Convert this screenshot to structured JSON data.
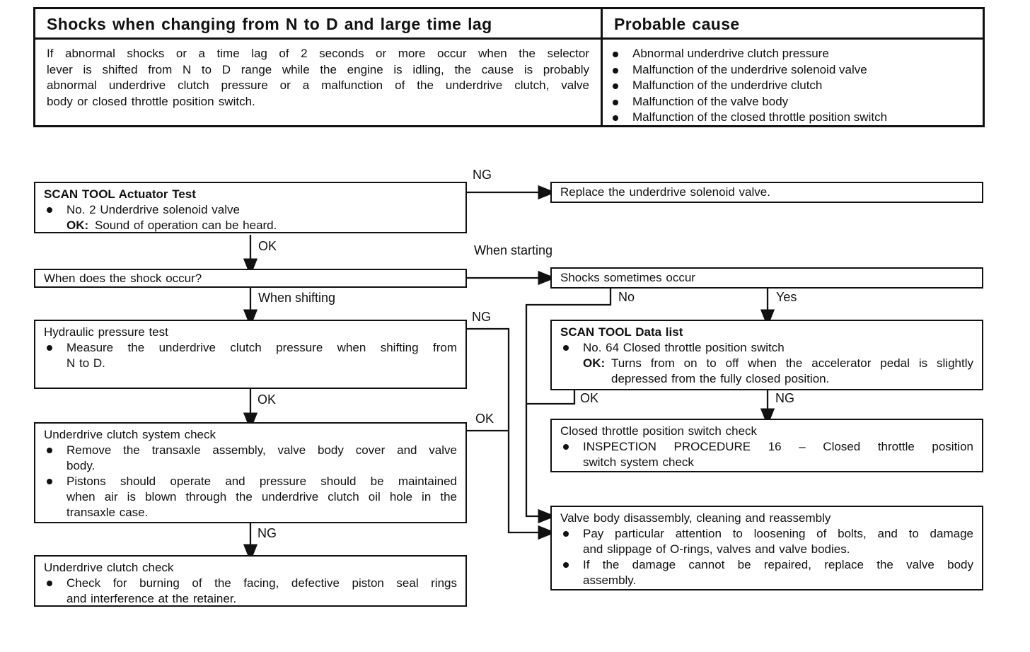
{
  "table": {
    "header_left": "Shocks when changing from N to D and large time lag",
    "header_right": "Probable cause",
    "description_lines": [
      "If abnormal shocks or a time lag of 2 seconds or more occur when the selector",
      "lever is shifted from N to D range while the engine is idling, the cause is probably",
      "abnormal underdrive clutch pressure or a malfunction of the underdrive clutch, valve",
      "body or closed throttle position switch."
    ],
    "causes": [
      "Abnormal underdrive clutch pressure",
      "Malfunction of the underdrive solenoid valve",
      "Malfunction of the underdrive clutch",
      "Malfunction of the valve body",
      "Malfunction of the closed throttle position switch"
    ]
  },
  "labels": {
    "ng": "NG",
    "ok": "OK",
    "yes": "Yes",
    "no": "No",
    "when_starting": "When starting",
    "when_shifting": "When shifting"
  },
  "boxes": {
    "actuator_test": {
      "title": "SCAN TOOL Actuator Test",
      "bullet": "No. 2 Underdrive solenoid valve",
      "ok_label": "OK:",
      "ok_text": "Sound of operation can be heard."
    },
    "replace_valve": {
      "text": "Replace the underdrive solenoid valve."
    },
    "shock_question": {
      "text": "When does the shock occur?"
    },
    "shocks_sometimes": {
      "text": "Shocks sometimes occur"
    },
    "hydraulic_test": {
      "title": "Hydraulic pressure test",
      "bullet_lines": [
        "Measure the underdrive clutch pressure when shifting from",
        "N to D."
      ]
    },
    "data_list": {
      "title": "SCAN TOOL Data list",
      "bullet": "No. 64 Closed throttle position switch",
      "ok_label": "OK:",
      "ok_lines": [
        "Turns from on to off when the accelerator pedal is slightly",
        "depressed from the fully closed position."
      ]
    },
    "clutch_system_check": {
      "title": "Underdrive clutch system check",
      "bullet1_lines": [
        "Remove the transaxle assembly, valve body cover and valve",
        "body."
      ],
      "bullet2_lines": [
        "Pistons should operate and pressure should be maintained",
        "when air is blown through the underdrive clutch oil hole in the",
        "transaxle case."
      ]
    },
    "throttle_switch_check": {
      "title": "Closed throttle position switch check",
      "bullet_lines": [
        "INSPECTION PROCEDURE 16 – Closed throttle position",
        "switch system check"
      ]
    },
    "clutch_check": {
      "title": "Underdrive clutch check",
      "bullet_lines": [
        "Check for burning of the facing, defective piston seal rings",
        "and interference at the retainer."
      ]
    },
    "valve_body": {
      "title": "Valve body disassembly, cleaning and reassembly",
      "bullet1_lines": [
        "Pay particular attention to loosening of bolts, and to damage",
        "and slippage of O-rings, valves and valve bodies."
      ],
      "bullet2_lines": [
        "If the damage cannot be repaired, replace the valve body",
        "assembly."
      ]
    }
  }
}
